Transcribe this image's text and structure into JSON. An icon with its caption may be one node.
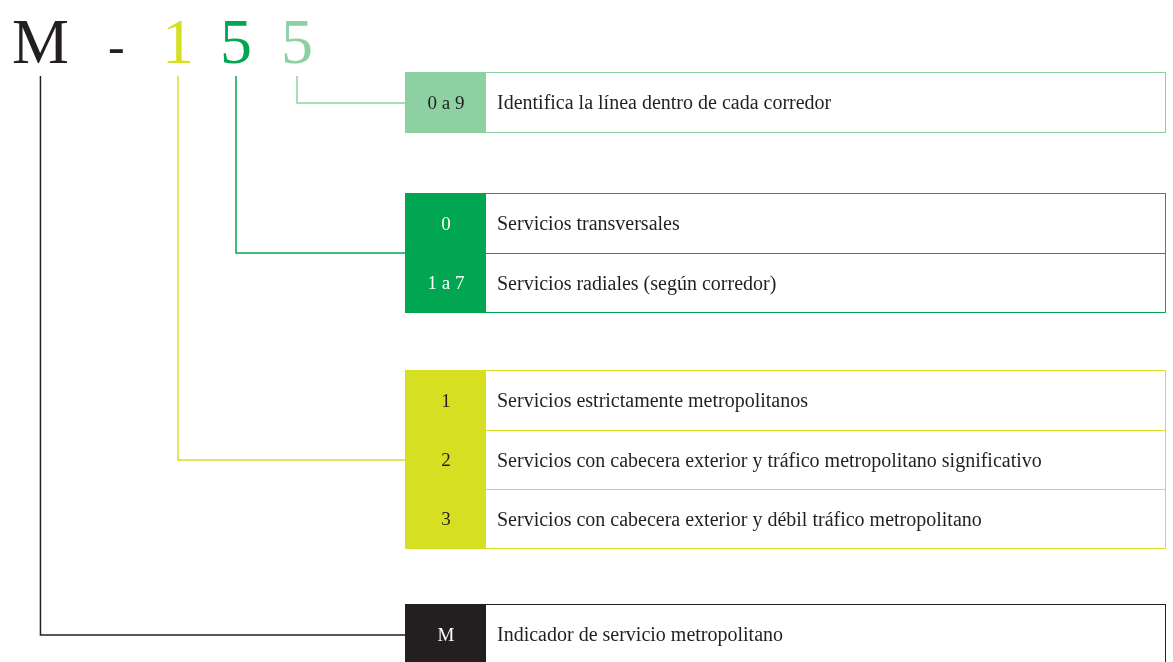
{
  "diagram": {
    "nodes": [
      {
        "text": [
          "M"
        ]
      },
      {
        "text": [
          "1"
        ]
      },
      {
        "text": [
          "5"
        ]
      },
      {
        "text": [
          "5"
        ]
      },
      {
        "text": [],
        "shape": "box"
      },
      {
        "text": [
          "0 a 9",
          "Identifica la línea dentro de cada corredor"
        ],
        "in": 4
      },
      {
        "text": [],
        "shape": "box"
      },
      {
        "text": [
          "0",
          "Servicios transversales"
        ],
        "in": 6
      },
      {
        "text": [
          "1 a 7",
          "Servicios radiales (según corredor)"
        ],
        "in": 6
      },
      {
        "text": [],
        "shape": "box"
      },
      {
        "text": [
          "1",
          "Servicios estrictamente metropolitanos"
        ],
        "in": 9
      },
      {
        "text": [
          "2",
          "Servicios con cabecera exterior y tráfico metropolitano significativo"
        ],
        "in": 9
      },
      {
        "text": [
          "3",
          "Servicios con cabecera exterior y débil tráfico metropolitano"
        ],
        "in": 9
      },
      {
        "text": [],
        "shape": "box"
      },
      {
        "text": [
          "M",
          "Indicador de servicio metropolitano"
        ],
        "in": 13
      }
    ],
    "edges": [
      {
        "from": 3,
        "to": 4,
        "arrow": "none",
        "color": "#8dd1a3"
      },
      {
        "from": 2,
        "to": 6,
        "arrow": "none",
        "color": "#00a651"
      },
      {
        "from": 1,
        "to": 9,
        "arrow": "none",
        "color": "#d7df23"
      },
      {
        "from": 0,
        "to": 13,
        "arrow": "none",
        "color": "#231f20"
      }
    ],
    "labels": [
      "-"
    ]
  }
}
